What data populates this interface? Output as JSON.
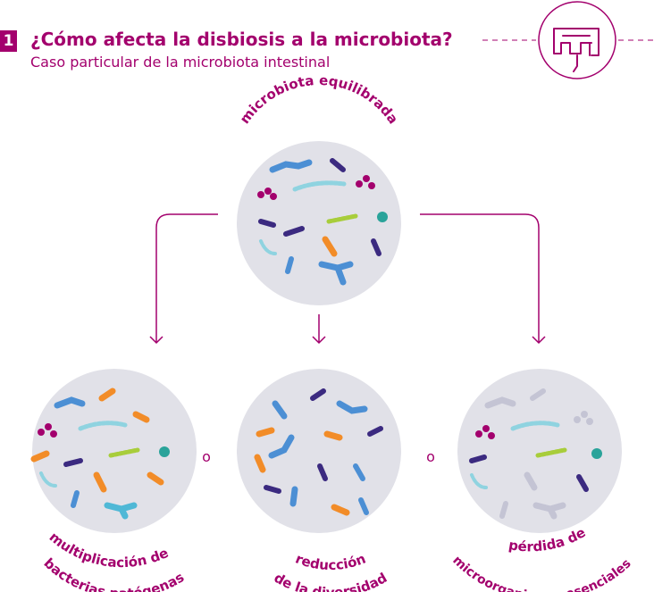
{
  "header": {
    "number": "1",
    "title": "¿Cómo afecta la disbiosis a la microbiota?",
    "subtitle": "Caso particular de la microbiota intestinal",
    "icon": "intestine-icon"
  },
  "nodes": {
    "top": "microbiota equilibrada",
    "left_line1": "multiplicación de",
    "left_line2": "bacterias patógenas",
    "middle_line1": "reducción",
    "middle_line2": "de la diversidad",
    "right_line1": "pérdida de",
    "right_line2": "microorganismos esenciales"
  },
  "connectors": {
    "or_left": "o",
    "or_right": "o"
  },
  "colors": {
    "accent": "#a3006d",
    "circle": "#e1e1e8",
    "blue": "#4c8fd4",
    "cyan": "#8fd3e0",
    "purple": "#3b2a80",
    "magenta": "#a3006d",
    "green": "#a8cd3b",
    "teal": "#2aa39a",
    "orange": "#f28c28",
    "grey": "#c4c4d4"
  }
}
